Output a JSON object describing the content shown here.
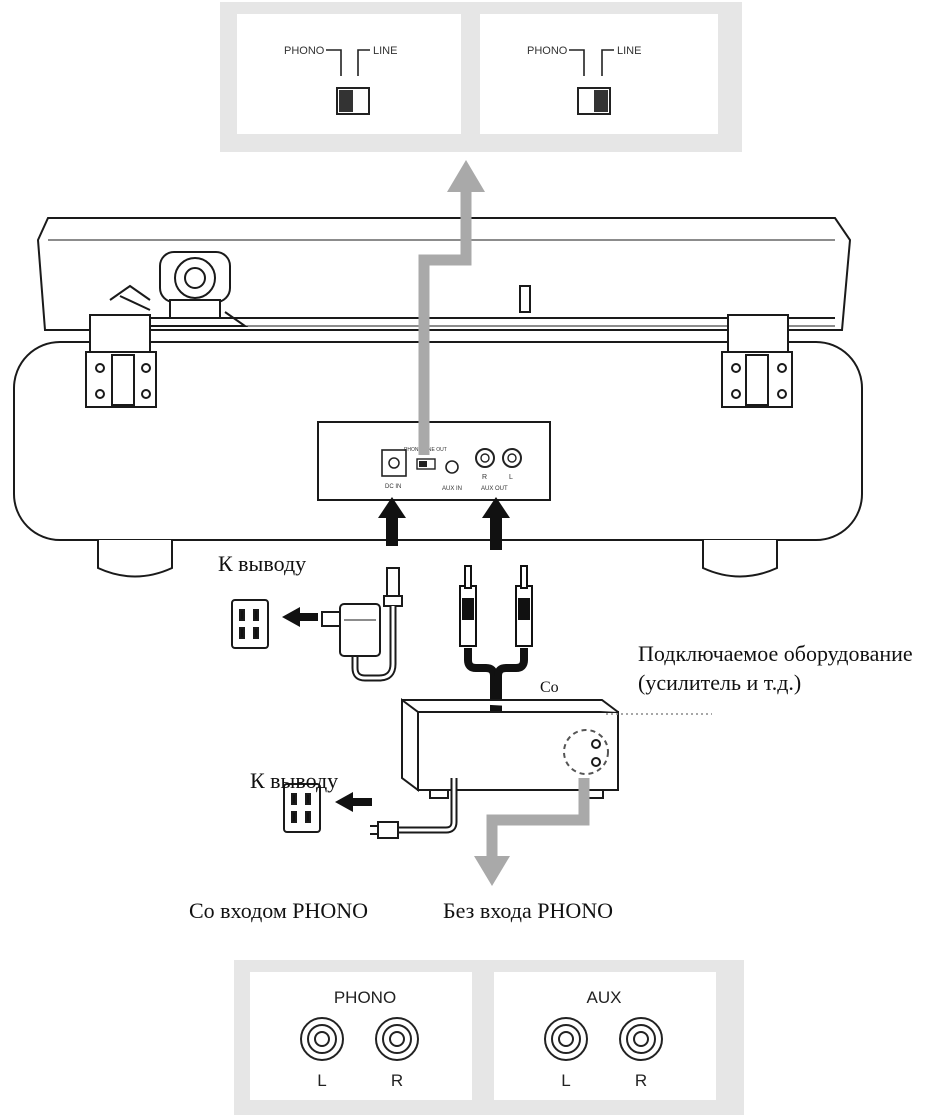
{
  "colors": {
    "panel_bg": "#e6e6e6",
    "panel_inner": "#ffffff",
    "line": "#1a1a1a",
    "grey_arrow": "#a9a9a9",
    "black_arrow": "#111111"
  },
  "top_panels": [
    {
      "phono_label": "PHONO",
      "line_label": "LINE",
      "switch_position": "phono"
    },
    {
      "phono_label": "PHONO",
      "line_label": "LINE",
      "switch_position": "line"
    }
  ],
  "turntable_panel": {
    "dc_label": "DC IN",
    "switch_labels": "PHONO  LINE OUT",
    "aux_in_label": "AUX IN",
    "aux_out_label": "AUX OUT",
    "r_label": "R",
    "l_label": "L"
  },
  "labels": {
    "to_outlet_1": "К выводу",
    "to_outlet_2": "К выводу",
    "equipment_line1": "Подключаемое оборудование",
    "equipment_line2": "(усилитель и т.д.)",
    "cut_fragment": "Co",
    "with_phono": "Со входом PHONO",
    "without_phono": "Без входа PHONO"
  },
  "bottom_panels": [
    {
      "title": "PHONO",
      "left_jack": "L",
      "right_jack": "R"
    },
    {
      "title": "AUX",
      "left_jack": "L",
      "right_jack": "R"
    }
  ]
}
